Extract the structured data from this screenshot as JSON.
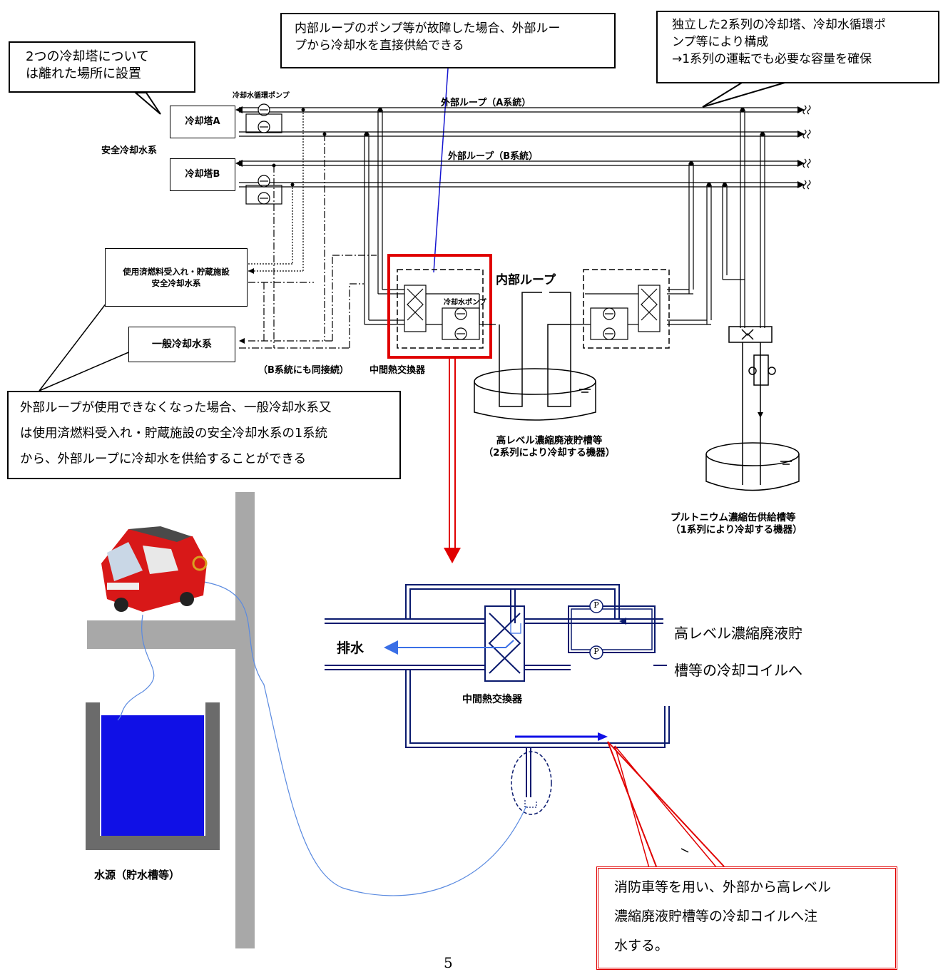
{
  "callouts": {
    "cooling_towers": [
      "2つの冷却塔について",
      "は離れた場所に設置"
    ],
    "internal_loop": [
      "内部ループのポンプ等が故障した場合、外部ルー",
      "プから冷却水を直接供給できる"
    ],
    "independent": [
      "独立した2系列の冷却塔、冷却水循環ポ",
      "ンプ等により構成",
      "→1系列の運転でも必要な容量を確保"
    ],
    "external_loss": [
      "外部ループが使用できなくなった場合、一般冷却水系又",
      "は使用済燃料受入れ・貯蔵施設の安全冷却水系の1系統",
      "から、外部ループに冷却水を供給することができる"
    ],
    "fire_truck": [
      "消防車等を用い、外部から高レベル",
      "濃縮廃液貯槽等の冷却コイルへ注",
      "水する。"
    ]
  },
  "labels": {
    "pump_circ": "冷却水循環ポンプ",
    "tower_a": "冷却塔A",
    "tower_b": "冷却塔B",
    "safety_system": "安全冷却水系",
    "ext_loop_a": "外部ループ（A系統）",
    "ext_loop_b": "外部ループ（B系統）",
    "spent_fuel": [
      "使用済燃料受入れ・貯蔵施設",
      "安全冷却水系"
    ],
    "general_cooling": "一般冷却水系",
    "b_connect": "（B系統にも同接続）",
    "intermediate_hx": "中間熱交換器",
    "internal_loop": "内部ループ",
    "cw_pump": "冷却水ポンプ",
    "hlw_tank": [
      "高レベル濃縮廃液貯槽等",
      "（2系列により冷却する機器）"
    ],
    "pu_tank": [
      "プルトニウム濃縮缶供給槽等",
      "（1系列により冷却する機器）"
    ],
    "drain": "排水",
    "to_coil": [
      "高レベル濃縮廃液貯",
      "槽等の冷却コイルへ"
    ],
    "intermediate_hx_detail": "中間熱交換器",
    "water_source": "水源（貯水槽等）",
    "page_number": "5",
    "pump_symbol": "P"
  },
  "colors": {
    "navy": "#0a1a6e",
    "highlight_red": "#e00000",
    "water_blue": "#1010e6",
    "hose_blue": "#5a8ae0",
    "wall_gray": "#a8a8a8",
    "drain_blue": "#3a6fe6"
  },
  "icons": [
    "fire-truck-icon",
    "heat-exchanger-icon",
    "pump-icon",
    "tank-icon",
    "break-mark-icon"
  ]
}
